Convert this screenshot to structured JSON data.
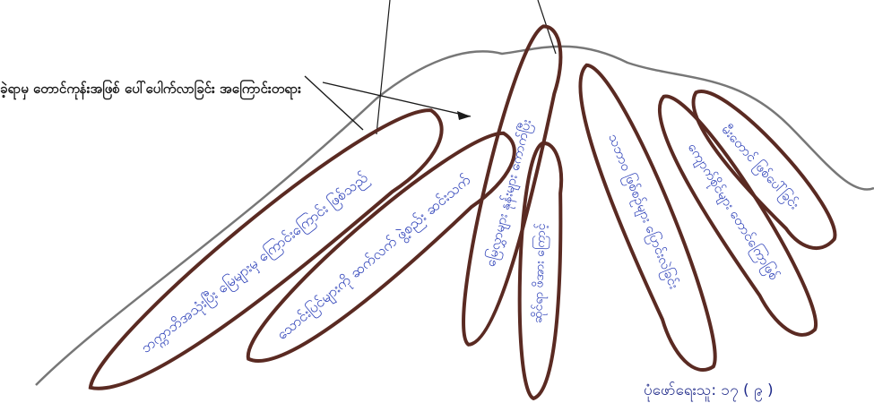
{
  "heading": "ခဲ့ရာမှ တောင်ကုန်းအဖြစ် ပေါ်ပေါက်လာခြင်း အကြောင်းတရား",
  "footer_label": "ပုံဖော်ရေးသူ: ၁၇ ( ၉ )",
  "colors": {
    "ink_blue": "#2b3fb8",
    "outline_brown": "#5a2a22",
    "mountain_gray": "#777777",
    "thin_black": "#1a1a1a"
  },
  "petals": [
    {
      "label": "ဘက္ကာဘိအသုံးပြီး မြေများမှ ကြောင်းကြောင်း ဖြစ်သည်"
    },
    {
      "label": "သောင်းပြင်များကို ဆက်လက် ဖွဲ့စည်း ဆင်းသက်"
    },
    {
      "label": "မြေလွှာများ နုန်းများ ကောက်ပြီး"
    },
    {
      "label": "ဆိုင်ရာ ဖိအား ကြောင့်"
    },
    {
      "label": "သဘာဝ ဖြစ်စဉ်များ ပြောင်းလဲခြင်း"
    },
    {
      "label": "ကျောက်စိုင်များ တောင်ကြောဖြစ်"
    },
    {
      "label": "မီးတောင် ဖြစ်ပေါ်ခြင်း"
    }
  ]
}
